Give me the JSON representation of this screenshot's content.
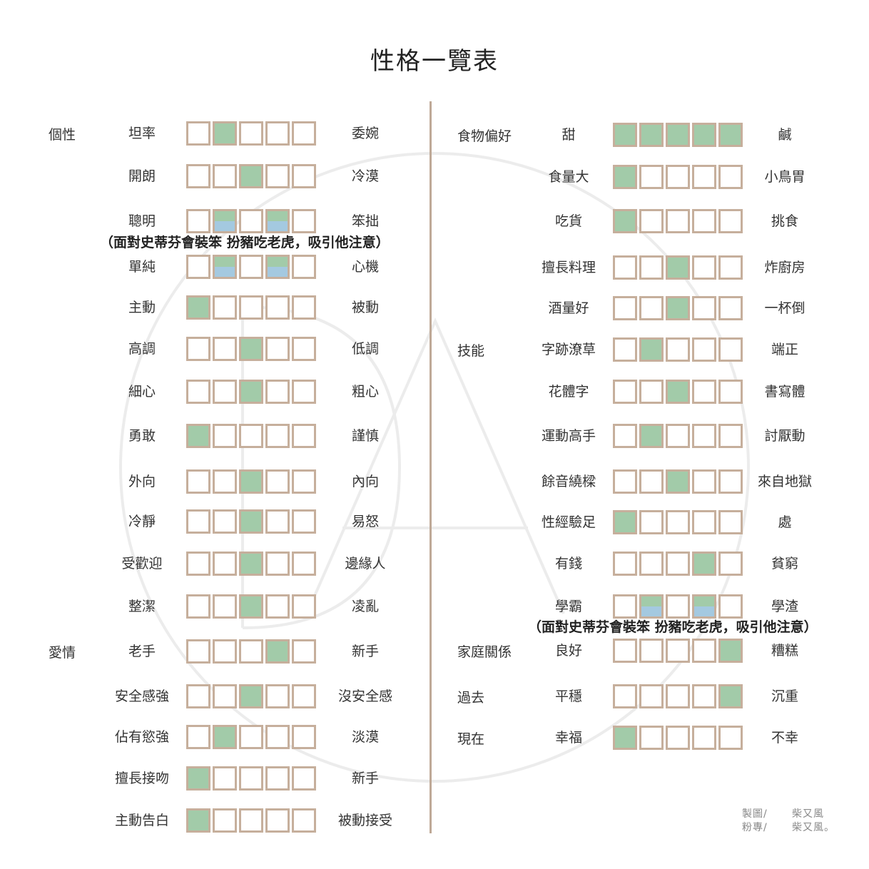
{
  "title": "性格一覽表",
  "categories": [
    {
      "label": "個性",
      "side": "left",
      "row": 0
    },
    {
      "label": "愛情",
      "side": "left",
      "row": 12
    },
    {
      "label": "食物偏好",
      "side": "right",
      "row": 0
    },
    {
      "label": "技能",
      "side": "right",
      "row": 5
    },
    {
      "label": "家庭關係",
      "side": "right",
      "row": 12
    },
    {
      "label": "過去",
      "side": "right",
      "row": 13
    },
    {
      "label": "現在",
      "side": "right",
      "row": 14
    }
  ],
  "left_rows": [
    {
      "left": "坦率",
      "right": "委婉",
      "boxes": [
        "",
        "g",
        "",
        "",
        ""
      ]
    },
    {
      "left": "開朗",
      "right": "冷漠",
      "boxes": [
        "",
        "",
        "g",
        "",
        ""
      ]
    },
    {
      "left": "聰明",
      "right": "笨拙",
      "boxes": [
        "",
        "s",
        "",
        "s",
        ""
      ]
    },
    {
      "left": "單純",
      "right": "心機",
      "boxes": [
        "",
        "s",
        "",
        "s",
        ""
      ]
    },
    {
      "left": "主動",
      "right": "被動",
      "boxes": [
        "g",
        "",
        "",
        "",
        ""
      ]
    },
    {
      "left": "高調",
      "right": "低調",
      "boxes": [
        "",
        "",
        "g",
        "",
        ""
      ]
    },
    {
      "left": "細心",
      "right": "粗心",
      "boxes": [
        "",
        "",
        "g",
        "",
        ""
      ]
    },
    {
      "left": "勇敢",
      "right": "謹慎",
      "boxes": [
        "g",
        "",
        "",
        "",
        ""
      ]
    },
    {
      "left": "外向",
      "right": "內向",
      "boxes": [
        "",
        "",
        "g",
        "",
        ""
      ]
    },
    {
      "left": "冷靜",
      "right": "易怒",
      "boxes": [
        "",
        "",
        "g",
        "",
        ""
      ]
    },
    {
      "left": "受歡迎",
      "right": "邊緣人",
      "boxes": [
        "",
        "",
        "g",
        "",
        ""
      ]
    },
    {
      "left": "整潔",
      "right": "凌亂",
      "boxes": [
        "",
        "",
        "g",
        "",
        ""
      ]
    },
    {
      "left": "老手",
      "right": "新手",
      "boxes": [
        "",
        "",
        "",
        "g",
        ""
      ]
    },
    {
      "left": "安全感強",
      "right": "沒安全感",
      "boxes": [
        "",
        "",
        "g",
        "",
        ""
      ]
    },
    {
      "left": "佔有慾強",
      "right": "淡漠",
      "boxes": [
        "",
        "g",
        "",
        "",
        ""
      ]
    },
    {
      "left": "擅長接吻",
      "right": "新手",
      "boxes": [
        "g",
        "",
        "",
        "",
        ""
      ]
    },
    {
      "left": "主動告白",
      "right": "被動接受",
      "boxes": [
        "g",
        "",
        "",
        "",
        ""
      ]
    }
  ],
  "right_rows": [
    {
      "left": "甜",
      "right": "鹹",
      "boxes": [
        "g",
        "g",
        "g",
        "g",
        "g"
      ]
    },
    {
      "left": "食量大",
      "right": "小鳥胃",
      "boxes": [
        "g",
        "",
        "",
        "",
        ""
      ]
    },
    {
      "left": "吃貨",
      "right": "挑食",
      "boxes": [
        "g",
        "",
        "",
        "",
        ""
      ]
    },
    {
      "left": "擅長料理",
      "right": "炸廚房",
      "boxes": [
        "",
        "",
        "g",
        "",
        ""
      ]
    },
    {
      "left": "酒量好",
      "right": "一杯倒",
      "boxes": [
        "",
        "",
        "g",
        "",
        ""
      ]
    },
    {
      "left": "字跡潦草",
      "right": "端正",
      "boxes": [
        "",
        "g",
        "",
        "",
        ""
      ]
    },
    {
      "left": "花體字",
      "right": "書寫體",
      "boxes": [
        "",
        "",
        "g",
        "",
        ""
      ]
    },
    {
      "left": "運動高手",
      "right": "討厭動",
      "boxes": [
        "",
        "g",
        "",
        "",
        ""
      ]
    },
    {
      "left": "餘音繞樑",
      "right": "來自地獄",
      "boxes": [
        "",
        "",
        "g",
        "",
        ""
      ]
    },
    {
      "left": "性經驗足",
      "right": "處",
      "boxes": [
        "g",
        "",
        "",
        "",
        ""
      ]
    },
    {
      "left": "有錢",
      "right": "貧窮",
      "boxes": [
        "",
        "",
        "",
        "g",
        ""
      ]
    },
    {
      "left": "學霸",
      "right": "學渣",
      "boxes": [
        "",
        "s",
        "",
        "s",
        ""
      ]
    },
    {
      "left": "良好",
      "right": "糟糕",
      "boxes": [
        "",
        "",
        "",
        "",
        "g"
      ]
    },
    {
      "left": "平穩",
      "right": "沉重",
      "boxes": [
        "",
        "",
        "",
        "",
        "g"
      ]
    },
    {
      "left": "幸福",
      "right": "不幸",
      "boxes": [
        "g",
        "",
        "",
        "",
        ""
      ]
    }
  ],
  "notes": [
    {
      "text": "（面對史蒂芬會裝笨 扮豬吃老虎，吸引他注意）",
      "side": "left",
      "after_row": 2
    },
    {
      "text": "（面對史蒂芬會裝笨 扮豬吃老虎，吸引他注意）",
      "side": "right",
      "after_row": 11
    }
  ],
  "credit": {
    "line1_key": "製圖/",
    "line1_val": "柴又風",
    "line2_key": "粉專/",
    "line2_val": "柴又風。"
  },
  "colors": {
    "box_border": "#c6af9c",
    "fill_green": "#a2cba9",
    "fill_blue": "#a4c9e0",
    "divider": "#bfa997",
    "watermark": "#ececec"
  }
}
